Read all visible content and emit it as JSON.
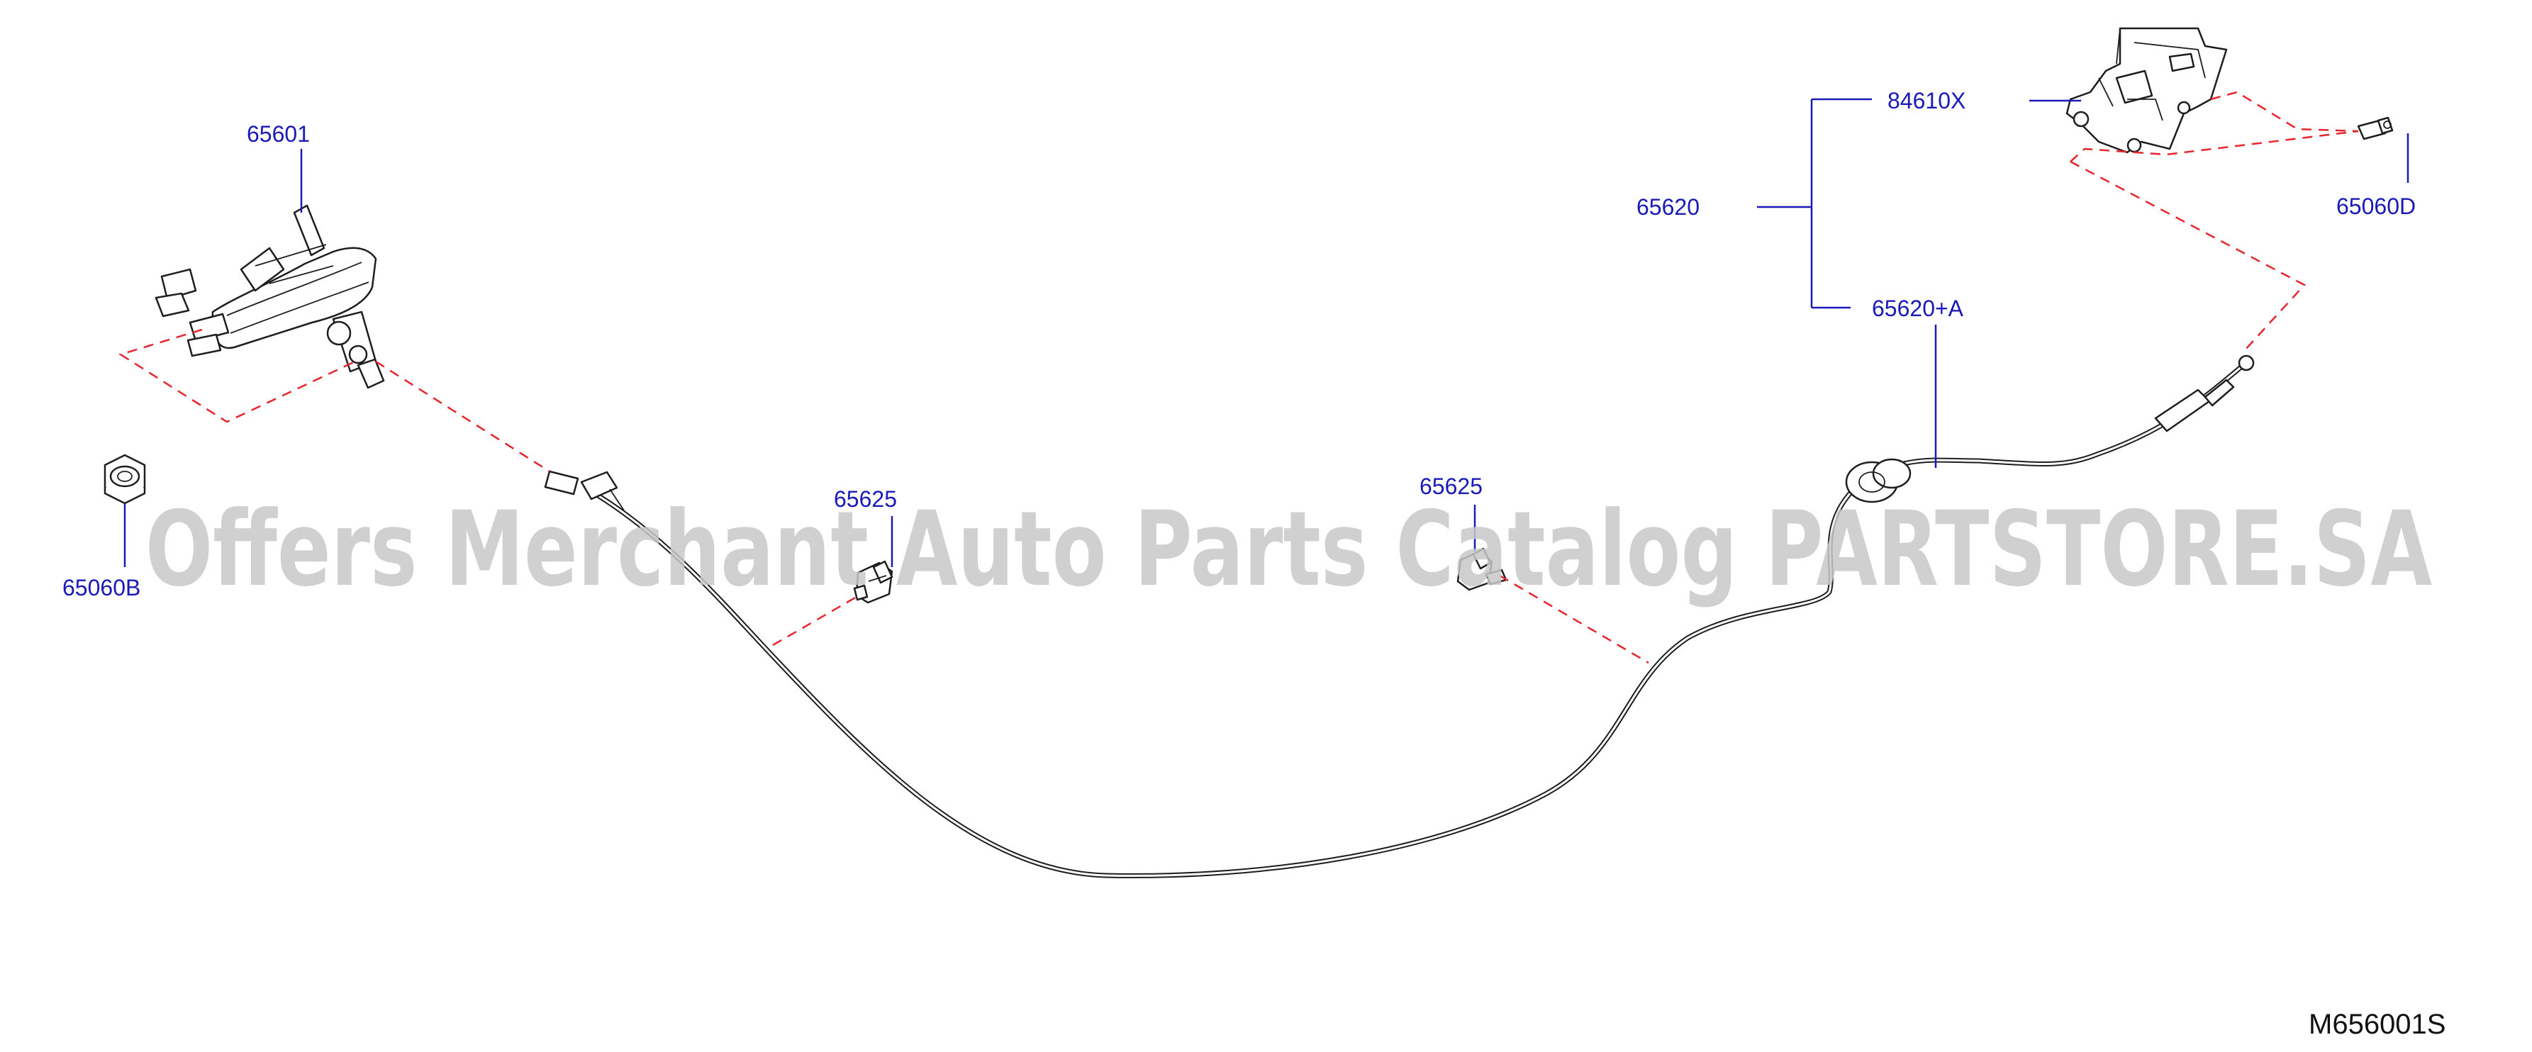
{
  "labels": {
    "lever_assembly": "65601",
    "nut": "65060B",
    "clip_left": "65625",
    "clip_right": "65625",
    "cable_set": "65620",
    "latch": "84610X",
    "cable": "65620+A",
    "bolt": "65060D"
  },
  "watermark": "Offers Merchant Auto Parts Catalog PARTSTORE.SA",
  "diagram_code": "M656001S",
  "colors": {
    "label": "#1a1ab8",
    "dashed_guide": "#e8252b",
    "line_art": "#1e1e1e",
    "watermark": "#c8c8c8"
  }
}
